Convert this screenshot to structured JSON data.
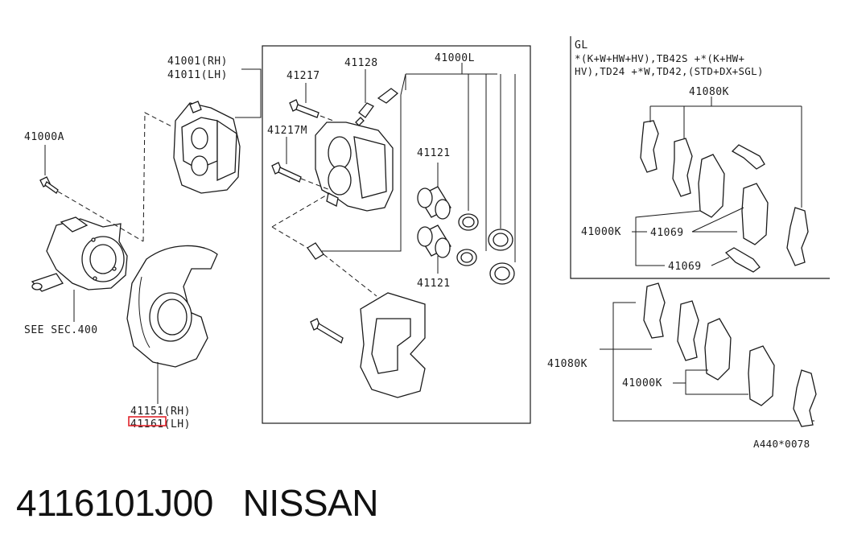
{
  "labels": {
    "caliper_rh": "41001(RH)",
    "caliper_lh": "41011(LH)",
    "assembly_41000A": "41000A",
    "see_sec": "SEE SEC.400",
    "plate_rh": "41151(RH)",
    "plate_lh": "41161(LH)",
    "bolt_41217": "41217",
    "bolt_41217M": "41217M",
    "bleeder_41128": "41128",
    "kit_41000L": "41000L",
    "piston_top": "41121",
    "piston_bottom": "41121",
    "gl": "GL",
    "note_line1": "*(K+W+HW+HV),TB42S +*(K+HW+",
    "note_line2": "HV),TD24 +*W,TD42,(STD+DX+SGL)",
    "padkit_41080K_top": "41080K",
    "padkit_41000K_top": "41000K",
    "pad_41069_a": "41069",
    "pad_41069_b": "41069",
    "padkit_41080K_bottom": "41080K",
    "padkit_41000K_bottom": "41000K",
    "diagram_code": "A440*0078"
  },
  "footer": {
    "part_number": "4116101J00",
    "brand": "NISSAN",
    "text": "4116101J00   NISSAN"
  },
  "highlight": {
    "target": "41161",
    "color": "#e0242b"
  }
}
